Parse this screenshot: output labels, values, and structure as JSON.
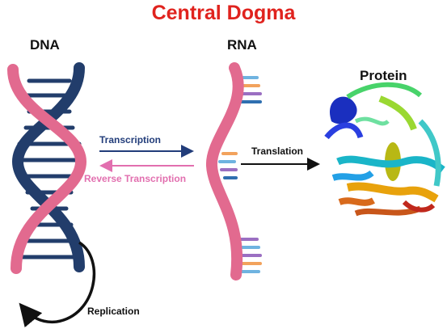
{
  "title": "Central Dogma",
  "labels": {
    "dna": "DNA",
    "rna": "RNA",
    "protein": "Protein"
  },
  "processes": {
    "transcription": "Transcription",
    "reverse_transcription": "Reverse Transcription",
    "translation": "Translation",
    "replication": "Replication"
  },
  "colors": {
    "title": "#e0231e",
    "dna_strand_dark": "#223d6b",
    "dna_strand_pink": "#e26a8f",
    "transcription_arrow": "#223d7a",
    "reverse_arrow": "#e26faf",
    "rna_bases": [
      "#6fb3e0",
      "#f2a25c",
      "#9b6fc2",
      "#2f6fb0",
      "#e26a8f"
    ]
  }
}
